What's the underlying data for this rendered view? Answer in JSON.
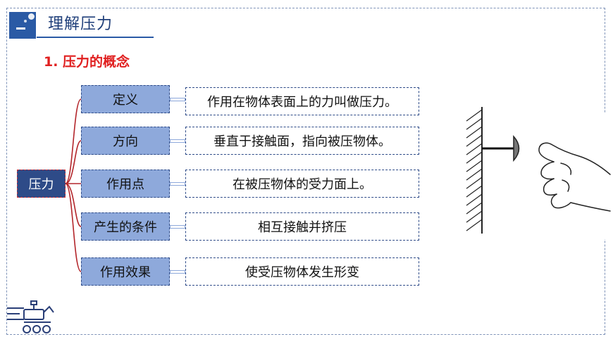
{
  "header": {
    "section_title": "理解压力",
    "subtitle": "1. 压力的概念"
  },
  "mindmap": {
    "root": "压力",
    "items": [
      {
        "label": "定义",
        "text": "作用在物体表面上的力叫做压力。"
      },
      {
        "label": "方向",
        "text": "垂直于接触面，指向被压物体。"
      },
      {
        "label": "作用点",
        "text": "在被压物体的受力面上。"
      },
      {
        "label": "产生的条件",
        "text": "相互接触并挤压"
      },
      {
        "label": "作用效果",
        "text": "使受压物体发生形变"
      }
    ]
  },
  "colors": {
    "accent_blue": "#2a5aa5",
    "node_fill": "#8ea9db",
    "root_fill": "#2e4b88",
    "subtitle_red": "#e01f1f",
    "branch_red": "#b3262b"
  },
  "icons": {
    "badge": "section-number-badge",
    "illustration": "thumb-pushing-pin-into-wall",
    "corner": "lunar-rover-icon"
  }
}
